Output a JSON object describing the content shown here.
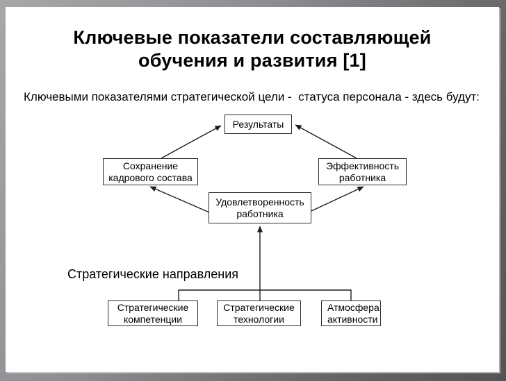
{
  "colors": {
    "frame_gradient_start": "#a7a7a9",
    "frame_gradient_end": "#545456",
    "slide_bg": "#ffffff",
    "text": "#000000",
    "line": "#1c1c1c",
    "node_border": "#2b2b2b"
  },
  "slide": {
    "title_line1": "Ключевые показатели составляющей",
    "title_line2": "обучения и развития [1]",
    "subtitle": "Ключевыми показателями стратегической цели -  статуса персонала - здесь будут:",
    "section_label": "Стратегические направления"
  },
  "diagram": {
    "nodes": [
      {
        "id": "results",
        "lines": [
          "Результаты"
        ]
      },
      {
        "id": "retention",
        "lines": [
          "Сохранение",
          "кадрового состава"
        ]
      },
      {
        "id": "effectiveness",
        "lines": [
          "Эффективность",
          "работника"
        ]
      },
      {
        "id": "satisfaction",
        "lines": [
          "Удовлетворенность",
          "работника"
        ]
      },
      {
        "id": "competencies",
        "lines": [
          "Стратегические",
          "компетенции"
        ]
      },
      {
        "id": "technologies",
        "lines": [
          "Стратегические",
          "технологии"
        ]
      },
      {
        "id": "atmosphere",
        "lines": [
          "Атмосфера",
          "активности"
        ]
      }
    ],
    "edges": [
      {
        "from": "retention",
        "to": "results",
        "arrow": true
      },
      {
        "from": "effectiveness",
        "to": "results",
        "arrow": true
      },
      {
        "from": "satisfaction",
        "to": "retention",
        "arrow": true
      },
      {
        "from": "satisfaction",
        "to": "effectiveness",
        "arrow": true
      },
      {
        "from": "directions-connector",
        "to": "satisfaction",
        "arrow": true
      },
      {
        "from": "competencies",
        "to": "directions-connector",
        "arrow": false
      },
      {
        "from": "technologies",
        "to": "directions-connector",
        "arrow": false
      },
      {
        "from": "atmosphere",
        "to": "directions-connector",
        "arrow": false
      }
    ]
  }
}
